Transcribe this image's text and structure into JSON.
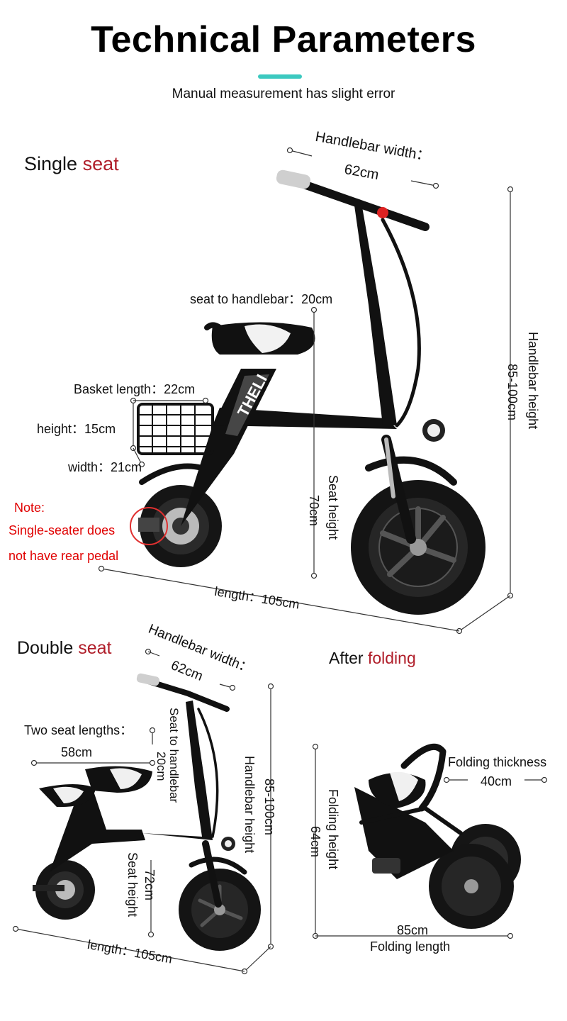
{
  "header": {
    "title": "Technical Parameters",
    "subtitle": "Manual measurement has slight error",
    "accent_color": "#3cc9c0"
  },
  "single_seat": {
    "section_prefix": "Single",
    "section_highlight": "seat",
    "handlebar_width_label": "Handlebar width：",
    "handlebar_width_value": "62cm",
    "seat_to_handlebar": "seat to handlebar：20cm",
    "basket_length": "Basket length：22cm",
    "basket_height": "height：15cm",
    "basket_width": "width：21cm",
    "note_title": "Note:",
    "note_line1": "Single-seater does",
    "note_line2": "not have rear pedal",
    "seat_height_label": "Seat height",
    "seat_height_value": "70cm",
    "handlebar_height_label": "Handlebar height",
    "handlebar_height_value": "85-100cm",
    "length": "length：105cm",
    "brand_text": "THELI"
  },
  "double_seat": {
    "section_prefix": "Double",
    "section_highlight": "seat",
    "handlebar_width_label": "Handlebar width：",
    "handlebar_width_value": "62cm",
    "two_seat_lengths_label": "Two seat lengths：",
    "two_seat_lengths_value": "58cm",
    "seat_to_handlebar_label": "Seat to handlebar",
    "seat_to_handlebar_value": "20cm",
    "handlebar_height_value": "85-100cm",
    "handlebar_height_label": "Handlebar height",
    "seat_height_value": "72cm",
    "seat_height_label": "Seat height",
    "length": "length：105cm"
  },
  "folded": {
    "section_prefix": "After",
    "section_highlight": "folding",
    "thickness_label": "Folding thickness",
    "thickness_value": "40cm",
    "height_label": "Folding height",
    "height_value": "64cm",
    "length_value": "85cm",
    "length_label": "Folding length"
  },
  "colors": {
    "highlight": "#b01e2a",
    "note": "#e00000",
    "frame": "#111111"
  }
}
